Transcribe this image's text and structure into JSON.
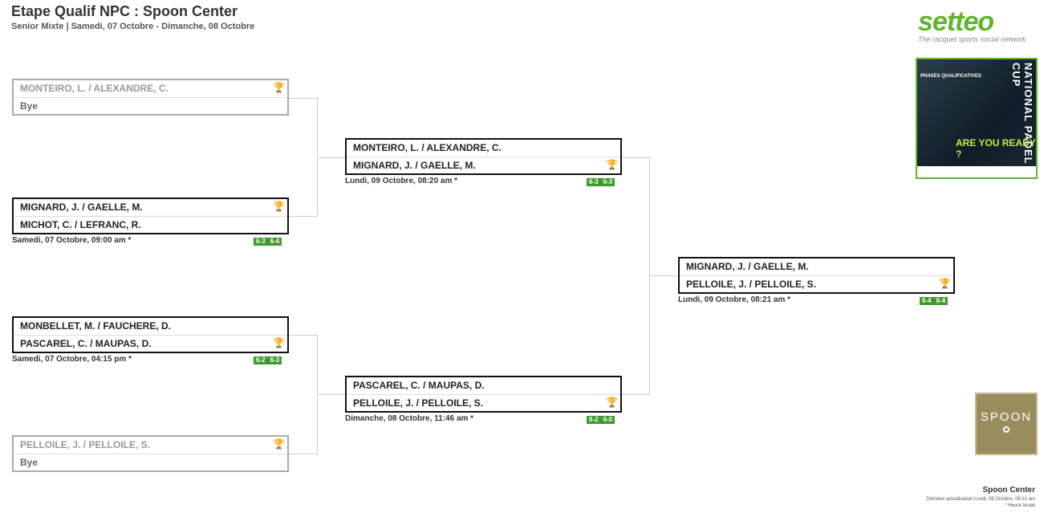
{
  "header": {
    "title": "Etape Qualif NPC : Spoon Center",
    "subtitle": "Senior Mixte | Samedi, 07 Octobre - Dimanche, 08 Octobre"
  },
  "round1": [
    {
      "team1": "MONTEIRO, L. / ALEXANDRE, C.",
      "team2": "Bye",
      "bye": true
    },
    {
      "team1": "MIGNARD, J. / GAELLE, M.",
      "team2": "MICHOT, C. / LEFRANC, R.",
      "date": "Samedi, 07 Octobre, 09:00 am *",
      "scores": [
        "6-3",
        "6-4"
      ]
    },
    {
      "team1": "MONBELLET, M. / FAUCHERE, D.",
      "team2": "PASCAREL, C. / MAUPAS, D.",
      "date": "Samedi, 07 Octobre, 04:15 pm *",
      "scores": [
        "6-2",
        "6-3"
      ]
    },
    {
      "team1": "PELLOILE, J. / PELLOILE, S.",
      "team2": "Bye",
      "bye": true
    }
  ],
  "round2": [
    {
      "team1": "MONTEIRO, L. / ALEXANDRE, C.",
      "team2": "MIGNARD, J. / GAELLE, M.",
      "date": "Lundi, 09 Octobre, 08:20 am *",
      "scores": [
        "6-3",
        "6-3"
      ]
    },
    {
      "team1": "PASCAREL, C. / MAUPAS, D.",
      "team2": "PELLOILE, J. / PELLOILE, S.",
      "date": "Dimanche, 08 Octobre, 11:46 am *",
      "scores": [
        "6-2",
        "6-0"
      ]
    }
  ],
  "final": {
    "team1": "MIGNARD, J. / GAELLE, M.",
    "team2": "PELLOILE, J. / PELLOILE, S.",
    "date": "Lundi, 09 Octobre, 08:21 am *",
    "scores": [
      "6-4",
      "6-4"
    ]
  },
  "branding": {
    "logo_text": "setteo",
    "tagline": "The racquet sports social network",
    "poster_title": "NATIONAL PADEL CUP",
    "poster_phases": "PHASES QUALIFICATIVES",
    "poster_ready": "ARE YOU READY ?",
    "spoon_text": "SPOON",
    "accent_color": "#5fb52b",
    "score_color": "#3e9a2d",
    "trophy_icon": "trophy-icon"
  },
  "footer": {
    "club": "Spoon Center",
    "updated": "Dernière actualisation Lundi, 09 Octobre, 08:21 am",
    "note": "* Heure locale"
  }
}
